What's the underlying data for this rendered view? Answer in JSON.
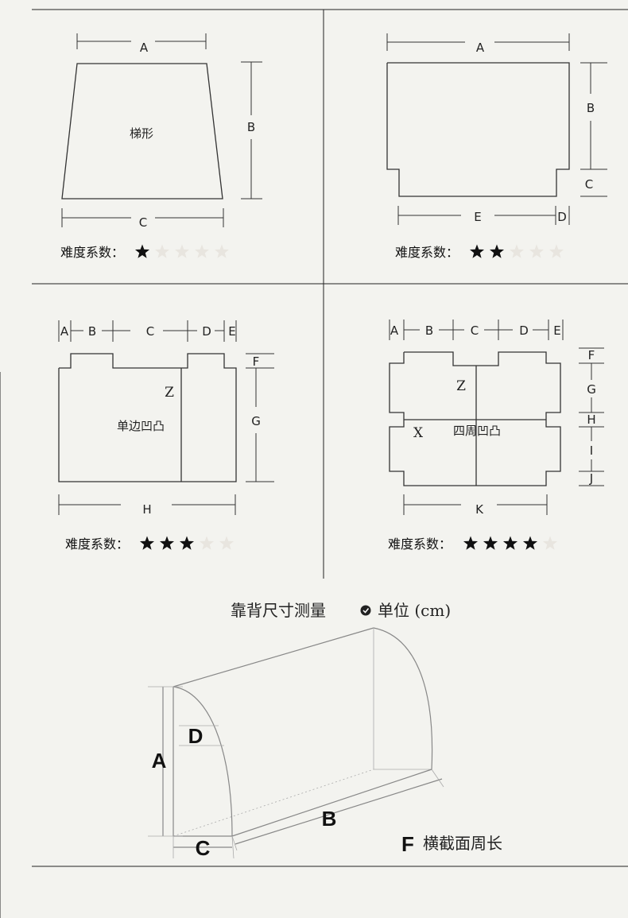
{
  "panel1": {
    "dims": {
      "a": "A",
      "b": "B",
      "c": "C"
    },
    "shape_name": "梯形",
    "difficulty_label": "难度系数：",
    "stars": 1,
    "stars_total": 5
  },
  "panel2": {
    "dims": {
      "a": "A",
      "b": "B",
      "c": "C",
      "d": "D",
      "e": "E"
    },
    "difficulty_label": "难度系数：",
    "stars": 2,
    "stars_total": 5
  },
  "panel3": {
    "dims": {
      "a": "A",
      "b": "B",
      "c": "C",
      "d": "D",
      "e": "E",
      "f": "F",
      "g": "G",
      "h": "H",
      "z": "Z"
    },
    "shape_name": "单边凹凸",
    "difficulty_label": "难度系数：",
    "stars": 3,
    "stars_total": 5
  },
  "panel4": {
    "dims": {
      "a": "A",
      "b": "B",
      "c": "C",
      "d": "D",
      "e": "E",
      "f": "F",
      "g": "G",
      "h": "H",
      "i": "I",
      "j": "J",
      "k": "K",
      "z": "Z",
      "x": "X"
    },
    "shape_name": "四周凹凸",
    "difficulty_label": "难度系数：",
    "stars": 4,
    "stars_total": 5
  },
  "backrest": {
    "title": "靠背尺寸测量",
    "unit_text": "单位 (cm)",
    "labels": {
      "a": "A",
      "b": "B",
      "c": "C",
      "d": "D",
      "f": "F"
    },
    "f_desc": "横截面周长"
  },
  "colors": {
    "star_filled": "#111111",
    "star_empty": "#e8e5df"
  }
}
